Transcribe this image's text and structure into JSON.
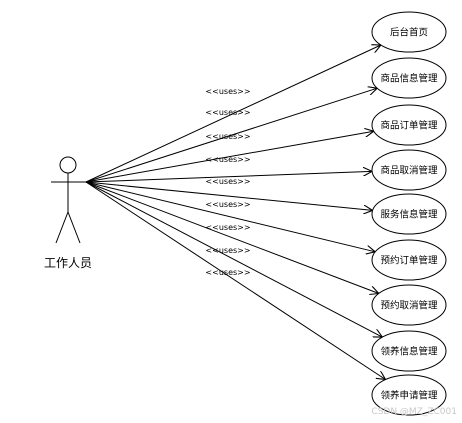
{
  "actor": {
    "label": "工作人员"
  },
  "relation_label": "<<uses>>",
  "use_cases": [
    {
      "label": "后台首页"
    },
    {
      "label": "商品信息管理"
    },
    {
      "label": "商品订单管理"
    },
    {
      "label": "商品取消管理"
    },
    {
      "label": "服务信息管理"
    },
    {
      "label": "预约订单管理"
    },
    {
      "label": "预约取消管理"
    },
    {
      "label": "领养信息管理"
    },
    {
      "label": "领养申请管理"
    }
  ],
  "watermark": "CSDN @MZ_ZC001",
  "colors": {
    "stroke": "#000000",
    "background": "#ffffff",
    "watermark": "#c8c8c8"
  }
}
